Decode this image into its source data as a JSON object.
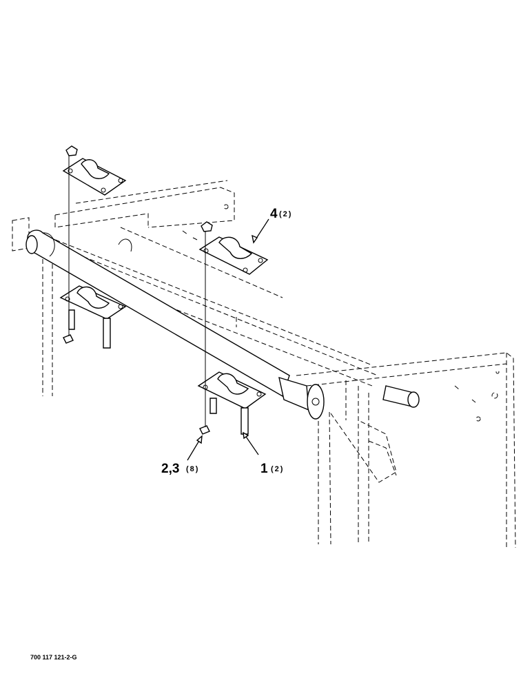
{
  "callouts": {
    "part4": {
      "number": "4",
      "qty": "(2)"
    },
    "part1": {
      "number": "1",
      "qty": "(2)"
    },
    "part23": {
      "number": "2,3",
      "qty": "(8)"
    }
  },
  "drawing_id": "700 117 121-2-G",
  "colors": {
    "line": "#000000",
    "background": "#ffffff"
  }
}
